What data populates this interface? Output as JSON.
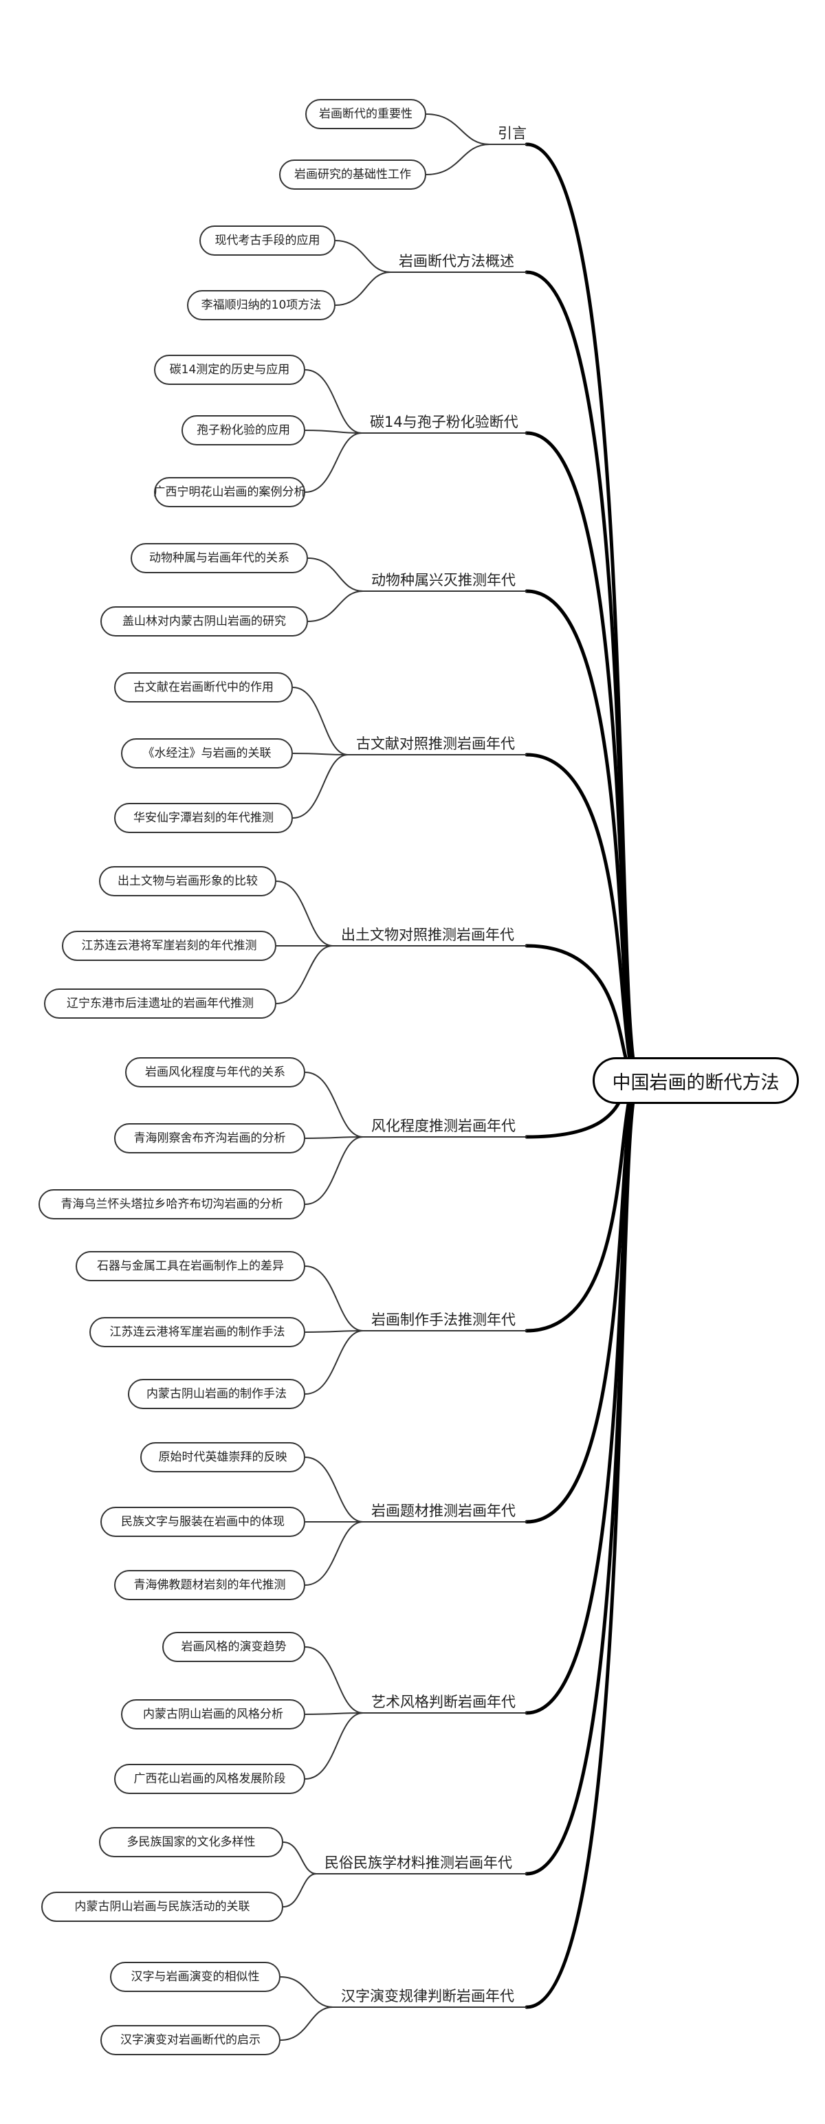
{
  "root": "中国岩画的断代方法",
  "branches": [
    {
      "label": "引言",
      "children": [
        "岩画断代的重要性",
        "岩画研究的基础性工作"
      ]
    },
    {
      "label": "岩画断代方法概述",
      "children": [
        "现代考古手段的应用",
        "李福顺归纳的10项方法"
      ]
    },
    {
      "label": "碳14与孢子粉化验断代",
      "children": [
        "碳14测定的历史与应用",
        "孢子粉化验的应用",
        "广西宁明花山岩画的案例分析"
      ]
    },
    {
      "label": "动物种属兴灭推测年代",
      "children": [
        "动物种属与岩画年代的关系",
        "盖山林对内蒙古阴山岩画的研究"
      ]
    },
    {
      "label": "古文献对照推测岩画年代",
      "children": [
        "古文献在岩画断代中的作用",
        "《水经注》与岩画的关联",
        "华安仙字潭岩刻的年代推测"
      ]
    },
    {
      "label": "出土文物对照推测岩画年代",
      "children": [
        "出土文物与岩画形象的比较",
        "江苏连云港将军崖岩刻的年代推测",
        "辽宁东港市后洼遗址的岩画年代推测"
      ]
    },
    {
      "label": "风化程度推测岩画年代",
      "children": [
        "岩画风化程度与年代的关系",
        "青海刚察舍布齐沟岩画的分析",
        "青海乌兰怀头塔拉乡哈齐布切沟岩画的分析"
      ]
    },
    {
      "label": "岩画制作手法推测年代",
      "children": [
        "石器与金属工具在岩画制作上的差异",
        "江苏连云港将军崖岩画的制作手法",
        "内蒙古阴山岩画的制作手法"
      ]
    },
    {
      "label": "岩画题材推测岩画年代",
      "children": [
        "原始时代英雄崇拜的反映",
        "民族文字与服装在岩画中的体现",
        "青海佛教题材岩刻的年代推测"
      ]
    },
    {
      "label": "艺术风格判断岩画年代",
      "children": [
        "岩画风格的演变趋势",
        "内蒙古阴山岩画的风格分析",
        "广西花山岩画的风格发展阶段"
      ]
    },
    {
      "label": "民俗民族学材料推测岩画年代",
      "children": [
        "多民族国家的文化多样性",
        "内蒙古阴山岩画与民族活动的关联"
      ]
    },
    {
      "label": "汉字演变规律判断岩画年代",
      "children": [
        "汉字与岩画演变的相似性",
        "汉字演变对岩画断代的启示"
      ]
    }
  ]
}
